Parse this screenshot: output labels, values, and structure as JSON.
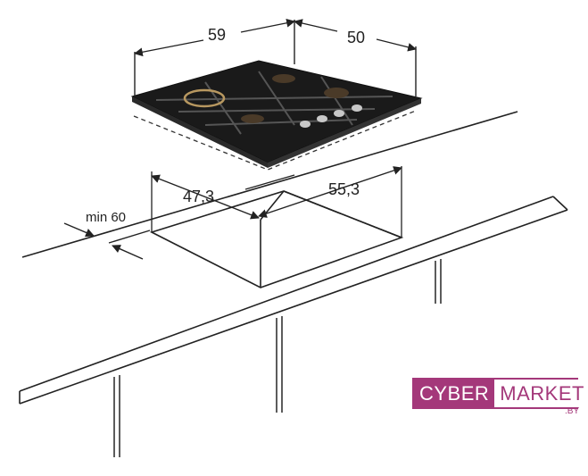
{
  "dimensions": {
    "hob_width": "59",
    "hob_depth": "50",
    "cutout_width": "55,3",
    "cutout_depth": "47,3",
    "min_distance": "min 60"
  },
  "logo": {
    "word_left": "CYBER",
    "word_right": "MARKET",
    "suffix": ".BY",
    "brand_color": "#a4387a"
  }
}
